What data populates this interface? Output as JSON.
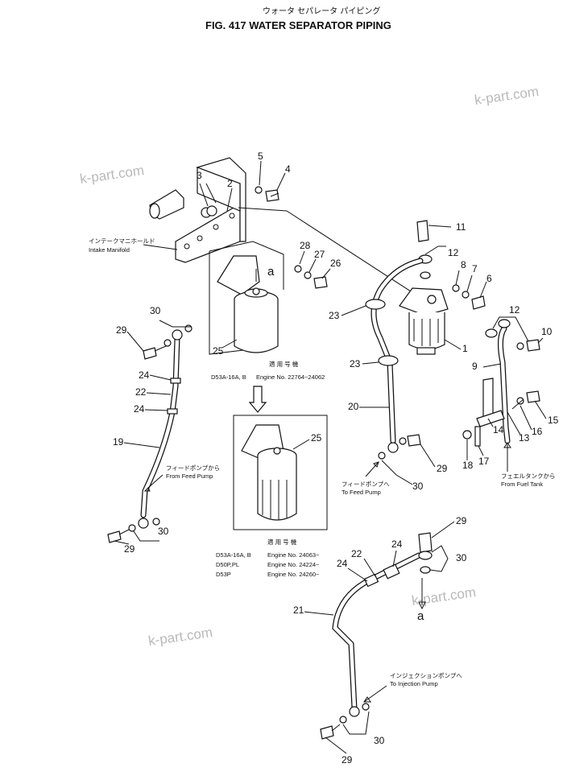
{
  "header": {
    "subtitle_jp": "ウォータ セパレータ パイピング",
    "title": "FIG. 417  WATER SEPARATOR PIPING"
  },
  "watermark": "k-part.com",
  "callouts": {
    "c1": "1",
    "c2": "2",
    "c3": "3",
    "c4": "4",
    "c5": "5",
    "c6": "6",
    "c7": "7",
    "c8": "8",
    "c9": "9",
    "c10": "10",
    "c11": "11",
    "c12a": "12",
    "c12b": "12",
    "c13": "13",
    "c14": "14",
    "c15": "15",
    "c16": "16",
    "c17": "17",
    "c18": "18",
    "c19": "19",
    "c20": "20",
    "c21": "21",
    "c22a": "22",
    "c22b": "22",
    "c23a": "23",
    "c23b": "23",
    "c24a": "24",
    "c24b": "24",
    "c24c": "24",
    "c24d": "24",
    "c25a": "25",
    "c25b": "25",
    "c26": "26",
    "c27": "27",
    "c28": "28",
    "c29a": "29",
    "c29b": "29",
    "c29c": "29",
    "c29d": "29",
    "c29e": "29",
    "c30a": "30",
    "c30b": "30",
    "c30c": "30",
    "c30d": "30",
    "c30e": "30"
  },
  "letters": {
    "a_top": "a",
    "a_bottom": "a"
  },
  "labels": {
    "intake_jp": "インテークマニホールド",
    "intake_en": "Intake Manifold",
    "feed_left_jp": "フィードポンプから",
    "feed_left_en": "From Feed Pump",
    "feed_right_jp": "フィードポンプへ",
    "feed_right_en": "To Feed Pump",
    "fuel_jp": "フェエルタンクから",
    "fuel_en": "From Fuel Tank",
    "inj_jp": "インジェクションポンプへ",
    "inj_en": "To Injection Pump"
  },
  "applicability_upper": {
    "heading": "適 用 号 機",
    "row1_model": "D53A-16A, B",
    "row1_engine": "Engine No. 22764~24062"
  },
  "applicability_lower": {
    "heading": "適 用 号 機",
    "rows": [
      {
        "model": "D53A-16A, B",
        "engine": "Engine No. 24063~"
      },
      {
        "model": "D50P,PL",
        "engine": "Engine No. 24224~"
      },
      {
        "model": "D53P",
        "engine": "Engine No. 24260~"
      }
    ]
  }
}
